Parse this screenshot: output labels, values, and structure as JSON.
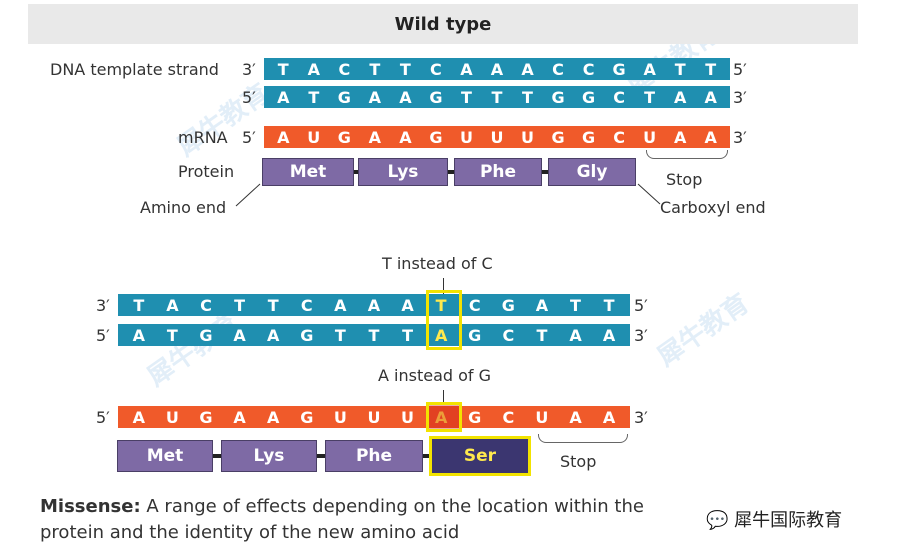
{
  "header": {
    "title": "Wild type"
  },
  "wild": {
    "dna_label": "DNA template strand",
    "template_left": "3′",
    "template_right": "5′",
    "template": [
      "T",
      "A",
      "C",
      "T",
      "T",
      "C",
      "A",
      "A",
      "A",
      "C",
      "C",
      "G",
      "A",
      "T",
      "T"
    ],
    "coding_left": "5′",
    "coding_right": "3′",
    "coding": [
      "A",
      "T",
      "G",
      "A",
      "A",
      "G",
      "T",
      "T",
      "T",
      "G",
      "G",
      "C",
      "T",
      "A",
      "A"
    ],
    "mrna_label": "mRNA",
    "mrna_left": "5′",
    "mrna_right": "3′",
    "mrna": [
      "A",
      "U",
      "G",
      "A",
      "A",
      "G",
      "U",
      "U",
      "U",
      "G",
      "G",
      "C",
      "U",
      "A",
      "A"
    ],
    "protein_label": "Protein",
    "protein": [
      "Met",
      "Lys",
      "Phe",
      "Gly"
    ],
    "stop_label": "Stop",
    "amino_end": "Amino end",
    "carboxyl_end": "Carboxyl end"
  },
  "mutant": {
    "t_label": "T instead of C",
    "template_left": "3′",
    "template_right": "5′",
    "template": [
      "T",
      "A",
      "C",
      "T",
      "T",
      "C",
      "A",
      "A",
      "A",
      "T",
      "C",
      "G",
      "A",
      "T",
      "T"
    ],
    "coding_left": "5′",
    "coding_right": "3′",
    "coding": [
      "A",
      "T",
      "G",
      "A",
      "A",
      "G",
      "T",
      "T",
      "T",
      "A",
      "G",
      "C",
      "T",
      "A",
      "A"
    ],
    "a_label": "A instead of G",
    "mrna_left": "5′",
    "mrna_right": "3′",
    "mrna": [
      "A",
      "U",
      "G",
      "A",
      "A",
      "G",
      "U",
      "U",
      "U",
      "A",
      "G",
      "C",
      "U",
      "A",
      "A"
    ],
    "protein": [
      "Met",
      "Lys",
      "Phe",
      "Ser"
    ],
    "stop_label": "Stop"
  },
  "caption": {
    "term": "Missense:",
    "text_line1": " A range of effects depending on the location within the",
    "text_line2": "protein and the identity of the new amino acid"
  },
  "watermark": {
    "text": "犀牛教育",
    "brand": "犀牛国际教育"
  },
  "colors": {
    "dna": "#1f8fb0",
    "mrna": "#f05a2a",
    "protein": "#7e6aa5",
    "highlight": "#f2e300"
  }
}
